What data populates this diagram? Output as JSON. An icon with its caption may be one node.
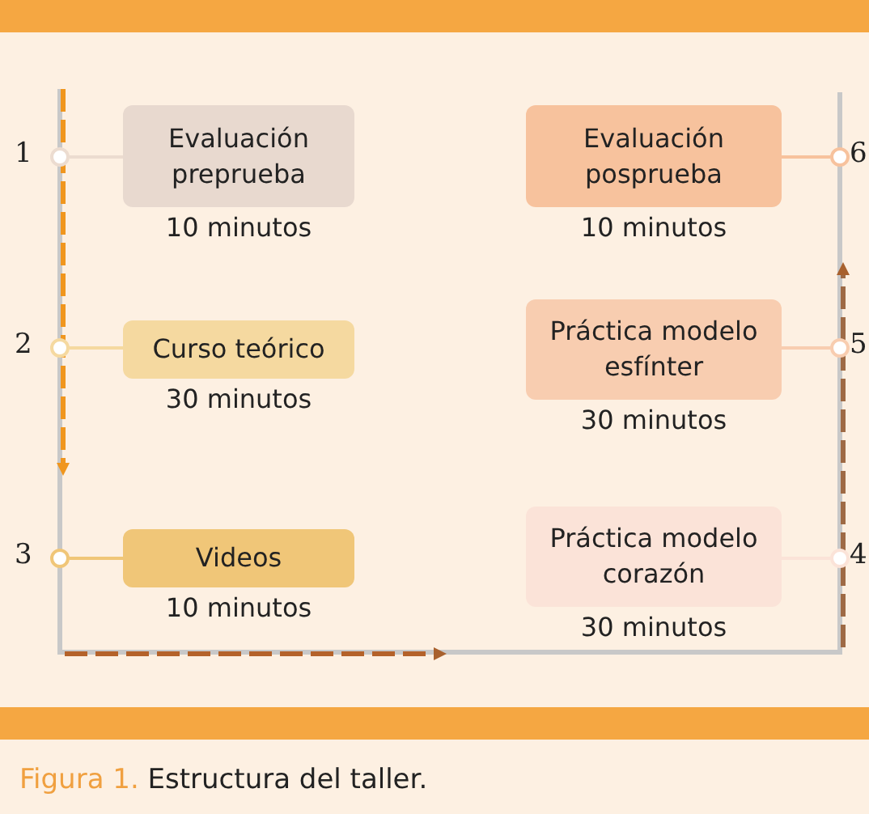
{
  "diagram": {
    "caption": "**Figura 1.** Estructura del taller.",
    "nodes": [
      {
        "text": [
          "Evaluación preprueba"
        ],
        "beside": [
          "10 minutos"
        ]
      },
      {
        "text": [
          "Curso teórico"
        ],
        "beside": [
          "30 minutos"
        ]
      },
      {
        "text": [
          "Videos"
        ],
        "beside": [
          "10 minutos"
        ]
      },
      {
        "text": [
          "Práctica modelo corazón"
        ],
        "beside": [
          "30 minutos"
        ]
      },
      {
        "text": [
          "Práctica modelo esfínter"
        ],
        "beside": [
          "30 minutos"
        ]
      },
      {
        "text": [
          "Evaluación posprueba"
        ],
        "beside": [
          "10 minutos"
        ]
      },
      {
        "text": [],
        "shape": "circle"
      },
      {
        "text": [],
        "shape": "circle"
      },
      {
        "text": [],
        "shape": "circle"
      },
      {
        "text": [],
        "shape": "circle"
      },
      {
        "text": [],
        "shape": "circle"
      },
      {
        "text": [],
        "shape": "circle"
      }
    ],
    "edges": [
      {
        "from": 6,
        "to": 0,
        "arrow": "none",
        "color": "#ecdcd0"
      },
      {
        "from": 7,
        "to": 1,
        "arrow": "none",
        "color": "#f5d9a0"
      },
      {
        "from": 8,
        "to": 2,
        "arrow": "none",
        "color": "#f0c678"
      },
      {
        "from": 9,
        "to": 3,
        "arrow": "none",
        "color": "#fbe3d8"
      },
      {
        "from": 10,
        "to": 4,
        "arrow": "none",
        "color": "#f8cdb0"
      },
      {
        "from": 11,
        "to": 5,
        "arrow": "none",
        "color": "#f7c29d"
      }
    ],
    "labels": [
      "1",
      "2",
      "3",
      "4",
      "5",
      "6"
    ]
  }
}
